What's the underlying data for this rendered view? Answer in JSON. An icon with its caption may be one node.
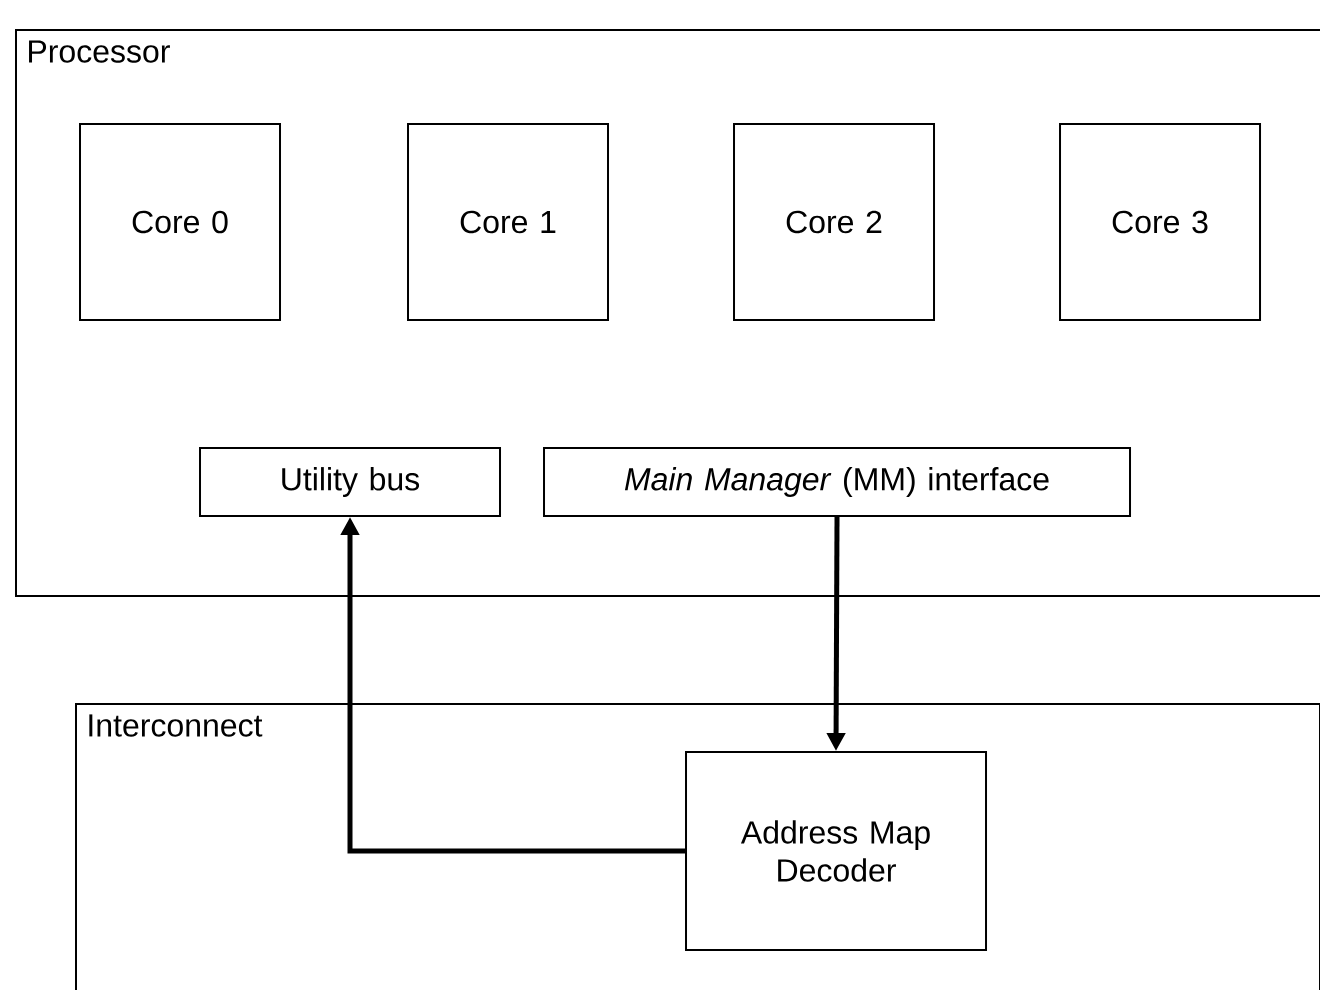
{
  "diagram": {
    "nodes": [
      {
        "text": [
          "Processor"
        ]
      },
      {
        "text": [
          "Core 0"
        ],
        "in": 0
      },
      {
        "text": [
          "Core 1"
        ],
        "in": 0
      },
      {
        "text": [
          "Core 2"
        ],
        "in": 0
      },
      {
        "text": [
          "Core 3"
        ],
        "in": 0
      },
      {
        "text": [
          "Utility bus"
        ],
        "in": 0
      },
      {
        "text": [
          "*Main Manager* (MM) interface"
        ],
        "in": 0
      },
      {
        "text": [
          "Interconnect"
        ]
      },
      {
        "text": [
          "Address Map Decoder"
        ],
        "in": 7
      }
    ],
    "edges": [
      {
        "from": 8,
        "to": 5,
        "arrow": "to"
      },
      {
        "from": 6,
        "to": 8,
        "arrow": "to"
      }
    ]
  }
}
